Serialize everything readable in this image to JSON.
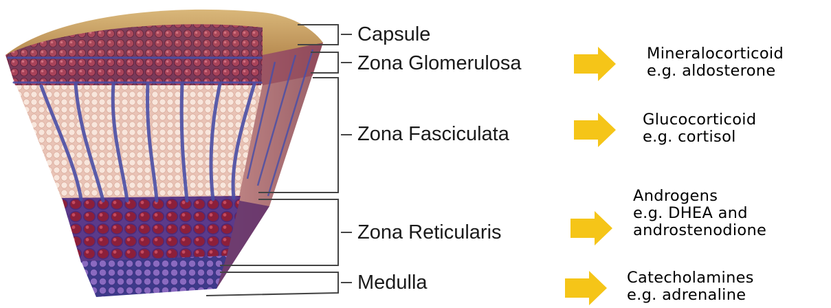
{
  "zones": [
    {
      "label": "Capsule"
    },
    {
      "label": "Zona Glomerulosa"
    },
    {
      "label": "Zona Fasciculata"
    },
    {
      "label": "Zona Reticularis"
    },
    {
      "label": "Medulla"
    }
  ],
  "hormones": [
    {
      "class": "Mineralocorticoid",
      "example": "e.g. aldosterone"
    },
    {
      "class": "Glucocorticoid",
      "example": "e.g. cortisol"
    },
    {
      "class": "Androgens",
      "example": "e.g. DHEA and",
      "example2": "androstenodione"
    },
    {
      "class": "Catecholamines",
      "example": "e.g. adrenaline"
    }
  ],
  "colors": {
    "capsule": "#c9a56b",
    "glomerulosa": "#8c2a40",
    "fasciculata": "#f2d6c8",
    "reticularis": "#7a1e3a",
    "medulla": "#5b4a9a",
    "vessels": "#4b4fa6",
    "arrow": "#f5c518",
    "bracket": "#444444"
  }
}
